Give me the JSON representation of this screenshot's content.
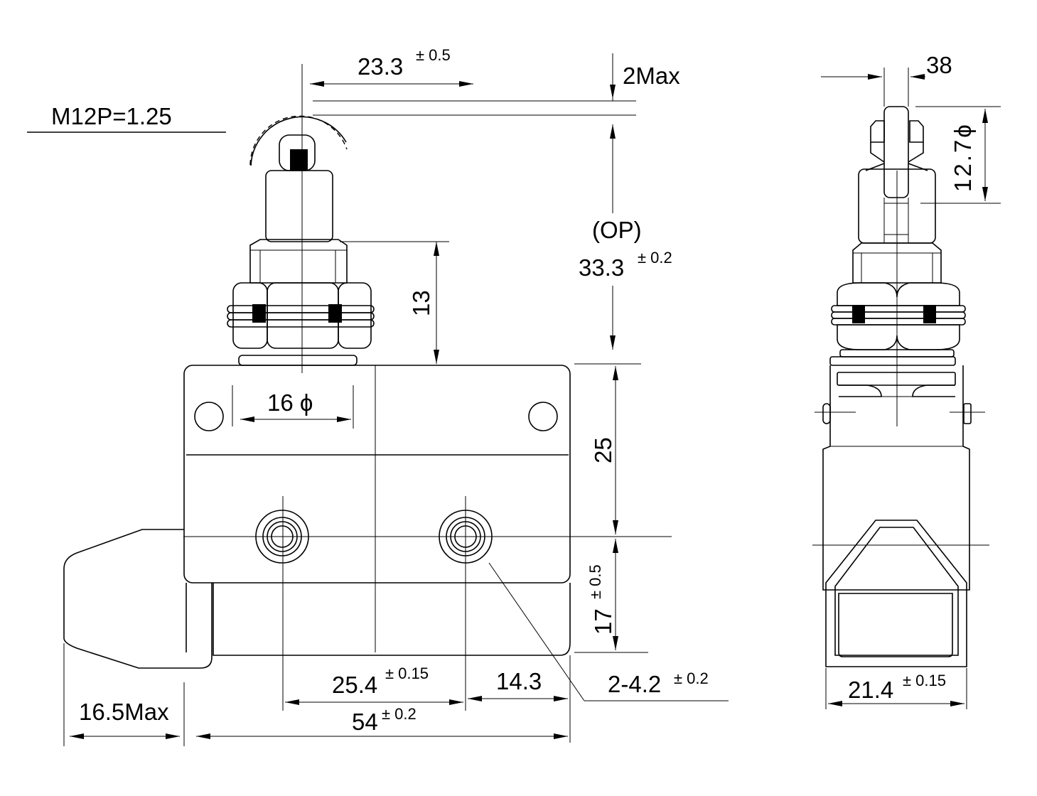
{
  "thread_spec": "M12P=1.25",
  "front_view": {
    "dim_roller_offset": "23.3",
    "tol_roller_offset": "± 0.5",
    "dim_pretravel": "2Max",
    "label_op": "(OP)",
    "dim_op": "33.3",
    "tol_op": "± 0.2",
    "dim_bushing": "13",
    "dim_diameter": "16",
    "dim_body_upper": "25",
    "dim_body_lower": "17",
    "tol_body_lower": "± 0.5",
    "dim_hole_pitch": "25.4",
    "tol_hole_pitch": "± 0.15",
    "dim_hole_edge": "14.3",
    "dim_overall_width": "54",
    "tol_overall_width": "± 0.2",
    "dim_holes": "2-4.2",
    "tol_holes": "± 0.2",
    "dim_cover": "16.5Max"
  },
  "side_view": {
    "dim_roller_width": "38",
    "dim_roller_dia": "12.7",
    "dim_depth": "21.4",
    "tol_depth": "± 0.15"
  },
  "symbols": {
    "diameter": "ϕ"
  }
}
